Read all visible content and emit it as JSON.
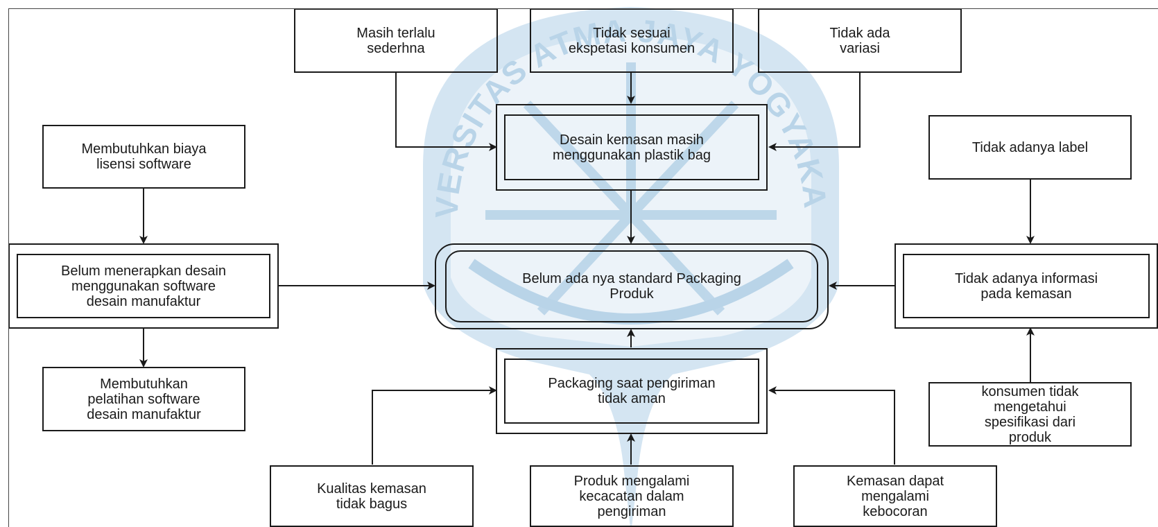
{
  "watermark": {
    "text": "UNIVERSITAS ATMA JAYA YOGYAKARTA",
    "color": "#b9d4e8"
  },
  "colors": {
    "line": "#1a1a1a"
  },
  "nodes": {
    "masih_terlalu": "Masih terlalu\nsederhna",
    "tidak_sesuai": "Tidak sesuai\nekspetasi konsumen",
    "tidak_ada_variasi": "Tidak ada\nvariasi",
    "desain_kemasan": "Desain kemasan masih\nmenggunakan plastik bag",
    "membutuhkan_biaya": "Membutuhkan biaya\nlisensi software",
    "tidak_adanya_label": "Tidak adanya label",
    "belum_menerapkan": "Belum menerapkan desain\nmenggunakan software\ndesain manufaktur",
    "belum_standard": "Belum ada nya standard Packaging\nProduk",
    "tidak_adanya_info": "Tidak adanya informasi\npada kemasan",
    "membutuhkan_pelatihan": "Membutuhkan\npelatihan software\ndesain manufaktur",
    "packaging_tidak_aman": "Packaging saat pengiriman\ntidak aman",
    "konsumen_tidak": "konsumen tidak\nmengetahui\nspesifikasi dari\nproduk",
    "kualitas_kemasan": "Kualitas kemasan\ntidak bagus",
    "produk_cacat": "Produk mengalami\nkecacatan dalam\npengiriman",
    "kemasan_bocor": "Kemasan dapat\nmengalami\nkebocoran"
  }
}
